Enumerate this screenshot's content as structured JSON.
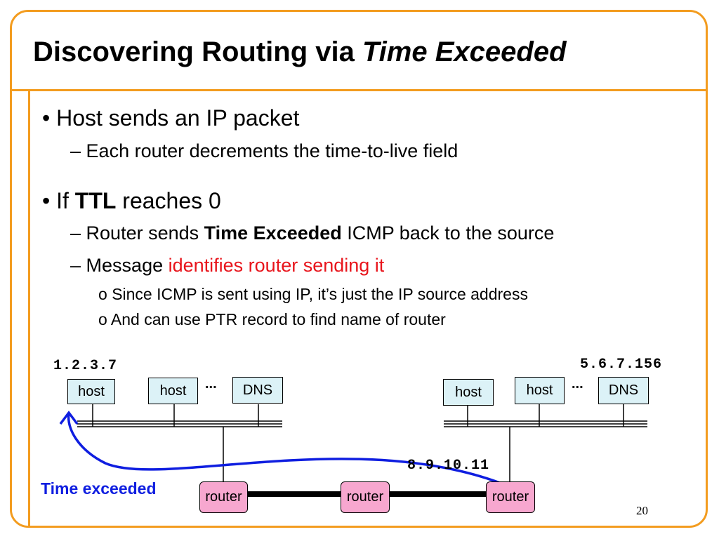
{
  "title": {
    "prefix": "Discovering Routing via ",
    "emphasis": "Time Exceeded"
  },
  "bullets": {
    "b1": {
      "bullet": "•",
      "text": "Host sends an IP packet"
    },
    "b1_1": {
      "dash": "–",
      "text": "Each router decrements the time-to-live field"
    },
    "b2": {
      "bullet": "•",
      "pre": "If ",
      "bold": "TTL",
      "post": " reaches 0"
    },
    "b2_1": {
      "dash": "–",
      "pre": "Router sends ",
      "bold": "Time Exceeded",
      "post": " ICMP back to the source"
    },
    "b2_2": {
      "dash": "–",
      "pre": "Message ",
      "highlight": "identifies router sending it"
    },
    "b2_2_1": {
      "marker": "o",
      "text": "Since ICMP is sent using IP, it’s just the IP source address"
    },
    "b2_2_2": {
      "marker": "o",
      "text": "And can use PTR record to find name of router"
    }
  },
  "diagram": {
    "left_network": {
      "address": "1.2.3.7",
      "host1": "host",
      "host2": "host",
      "dots": "...",
      "dns": "DNS"
    },
    "right_network": {
      "address": "5.6.7.156",
      "host1": "host",
      "host2": "host",
      "dots": "...",
      "dns": "DNS"
    },
    "router_address": "8.9.10.11",
    "routers": [
      "router",
      "router",
      "router"
    ],
    "time_exceeded_label": "Time exceeded"
  },
  "page_number": "20",
  "colors": {
    "accent": "#f39c1f",
    "highlight_red": "#e8141b",
    "arrow_blue": "#0f1ee0",
    "host_fill": "#dcf2f7",
    "router_fill": "#f7a7cf"
  }
}
